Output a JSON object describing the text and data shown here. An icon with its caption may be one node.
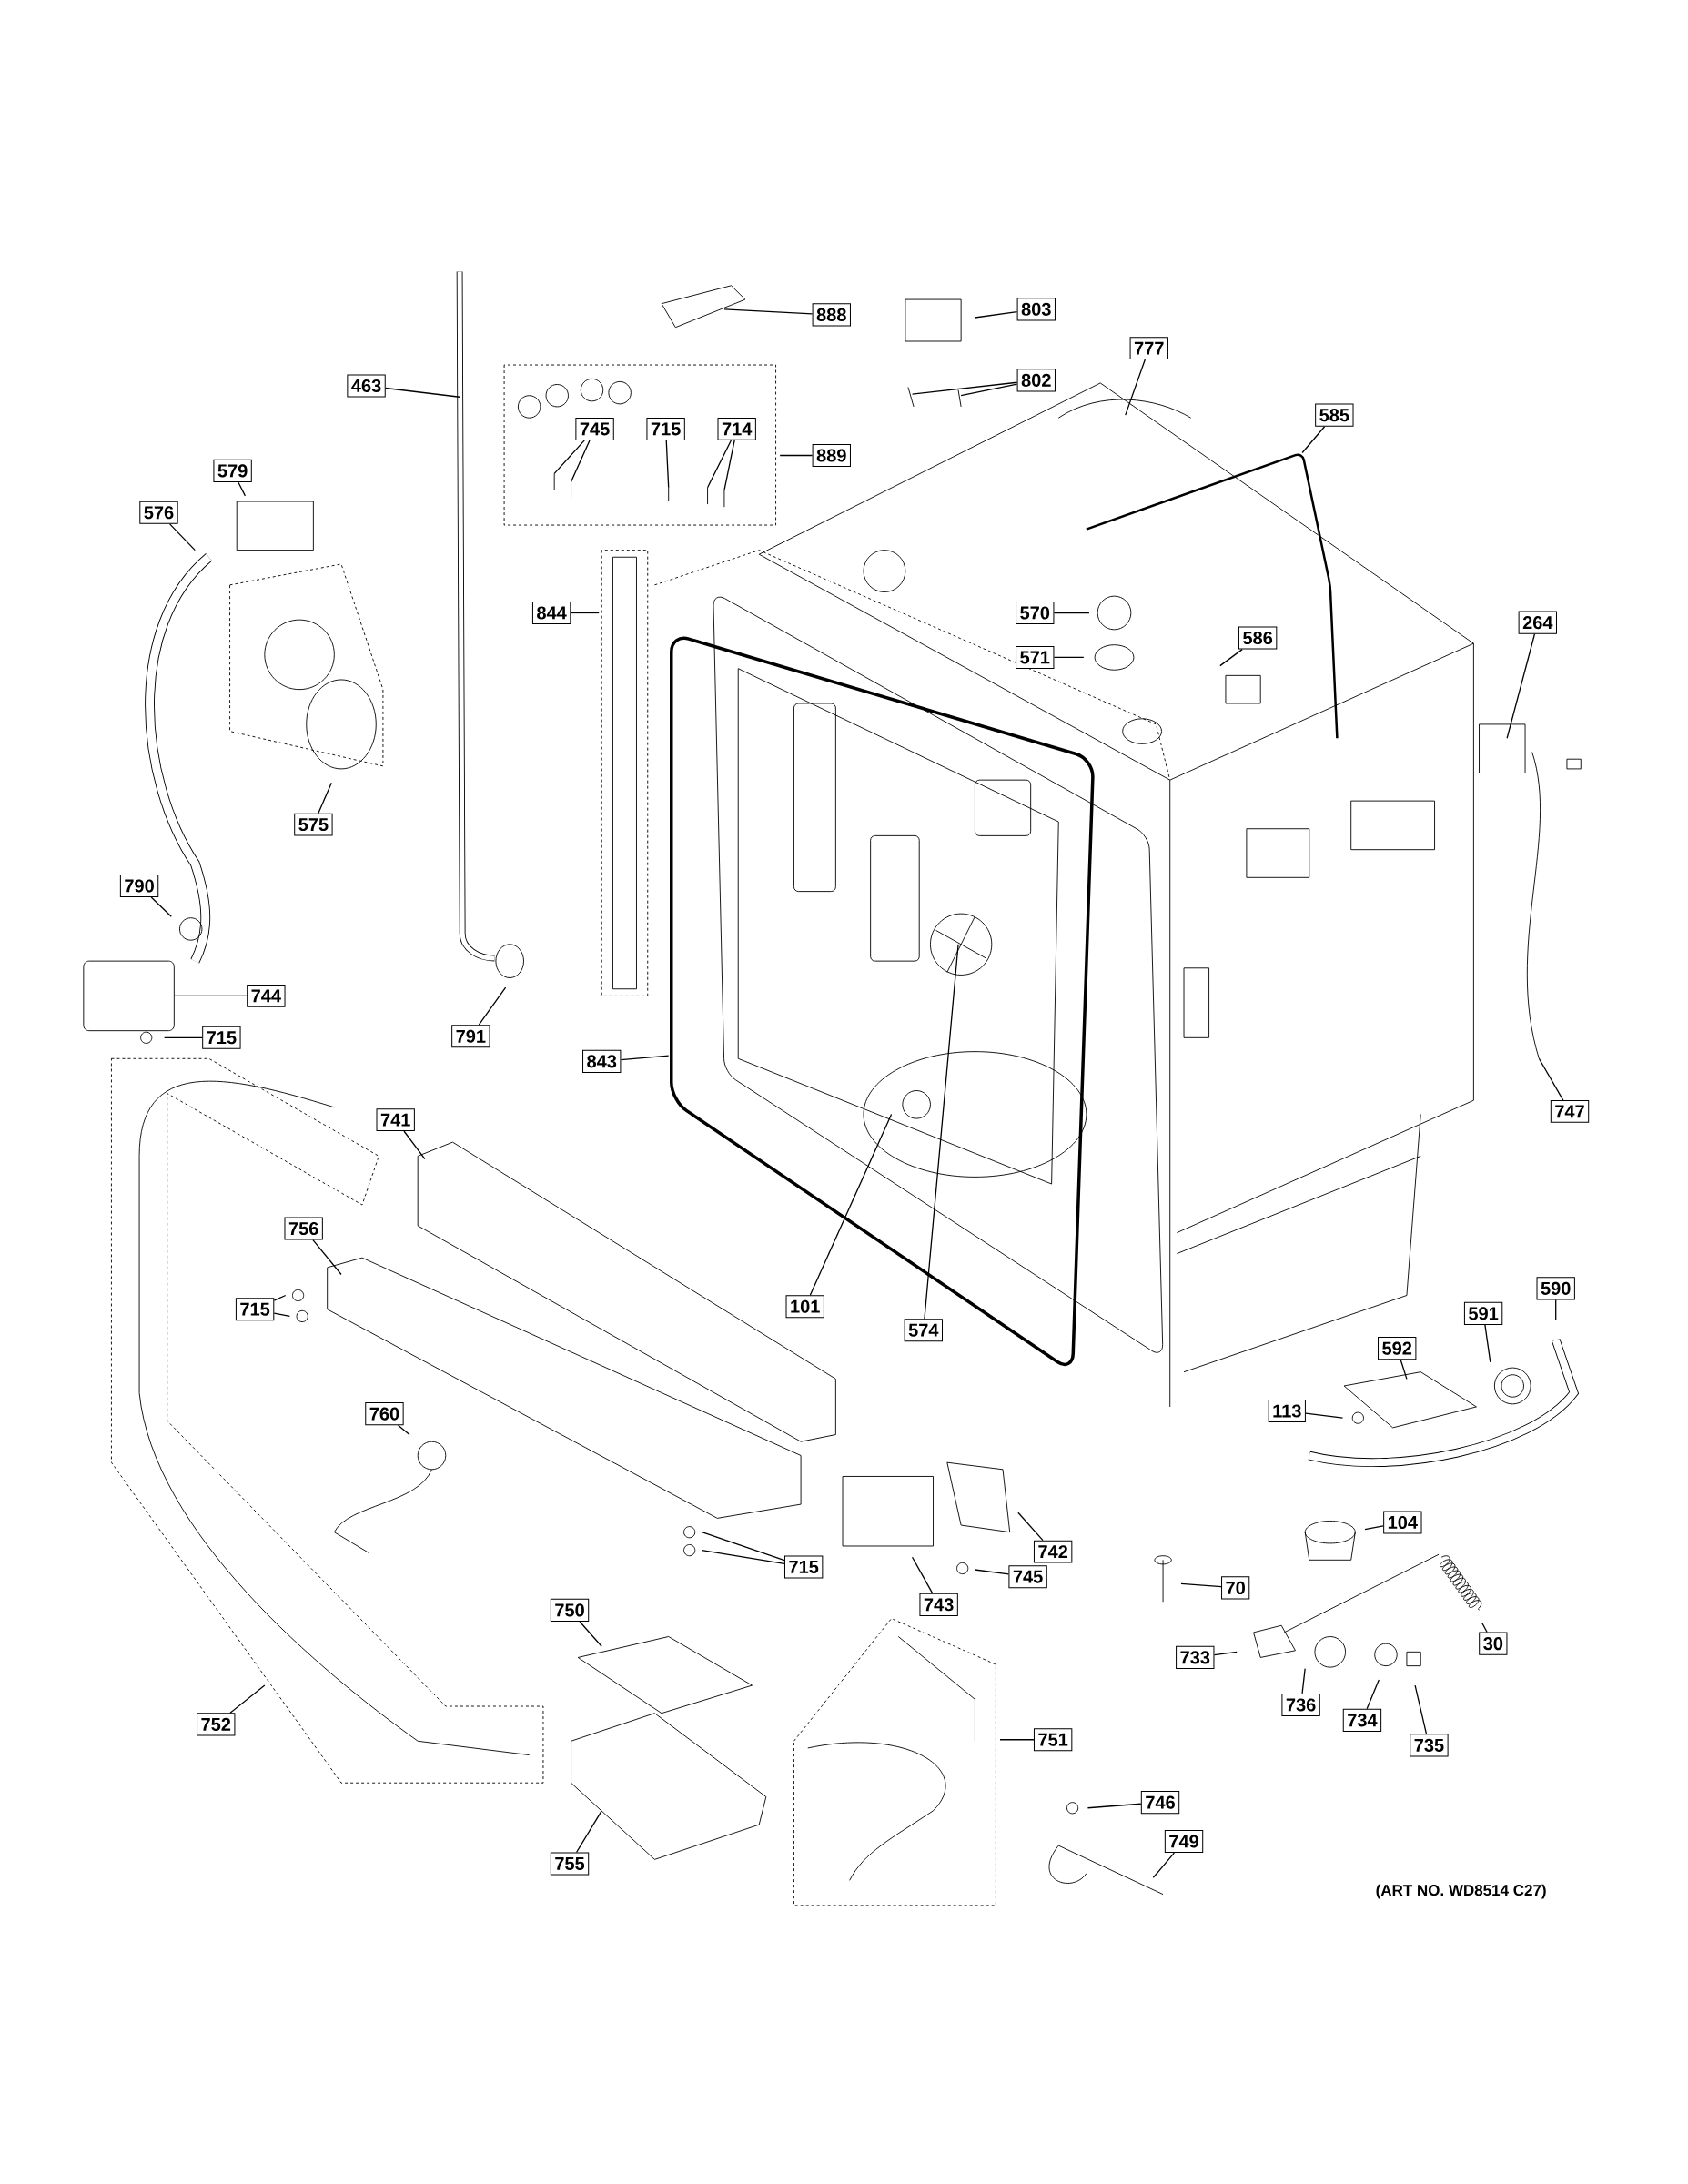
{
  "diagram": {
    "nodes": [
      {
        "text": [
          "888"
        ]
      },
      {
        "text": [
          "803"
        ]
      },
      {
        "text": [
          "777"
        ]
      },
      {
        "text": [
          "802"
        ]
      },
      {
        "text": [
          "463"
        ]
      },
      {
        "text": [
          "745"
        ]
      },
      {
        "text": [
          "715"
        ]
      },
      {
        "text": [
          "714"
        ]
      },
      {
        "text": [
          "585"
        ]
      },
      {
        "text": [
          "889"
        ]
      },
      {
        "text": [
          "579"
        ]
      },
      {
        "text": [
          "576"
        ]
      },
      {
        "text": [
          "844"
        ]
      },
      {
        "text": [
          "570"
        ]
      },
      {
        "text": [
          "264"
        ]
      },
      {
        "text": [
          "586"
        ]
      },
      {
        "text": [
          "571"
        ]
      },
      {
        "text": [
          "575"
        ]
      },
      {
        "text": [
          "790"
        ]
      },
      {
        "text": [
          "744"
        ]
      },
      {
        "text": [
          "791"
        ]
      },
      {
        "text": [
          "715"
        ]
      },
      {
        "text": [
          "843"
        ]
      },
      {
        "text": [
          "747"
        ]
      },
      {
        "text": [
          "741"
        ]
      },
      {
        "text": [
          "756"
        ]
      },
      {
        "text": [
          "590"
        ]
      },
      {
        "text": [
          "101"
        ]
      },
      {
        "text": [
          "715"
        ]
      },
      {
        "text": [
          "591"
        ]
      },
      {
        "text": [
          "574"
        ]
      },
      {
        "text": [
          "592"
        ]
      },
      {
        "text": [
          "113"
        ]
      },
      {
        "text": [
          "760"
        ]
      },
      {
        "text": [
          "104"
        ]
      },
      {
        "text": [
          "742"
        ]
      },
      {
        "text": [
          "715"
        ]
      },
      {
        "text": [
          "745"
        ]
      },
      {
        "text": [
          "70"
        ]
      },
      {
        "text": [
          "743"
        ]
      },
      {
        "text": [
          "750"
        ]
      },
      {
        "text": [
          "30"
        ]
      },
      {
        "text": [
          "733"
        ]
      },
      {
        "text": [
          "736"
        ]
      },
      {
        "text": [
          "734"
        ]
      },
      {
        "text": [
          "752"
        ]
      },
      {
        "text": [
          "751"
        ]
      },
      {
        "text": [
          "735"
        ]
      },
      {
        "text": [
          "746"
        ]
      },
      {
        "text": [
          "749"
        ]
      },
      {
        "text": [
          "755"
        ]
      }
    ],
    "edges": [
      {
        "from": 0,
        "to": null,
        "arrow": "none"
      },
      {
        "from": 1,
        "to": null,
        "arrow": "none"
      },
      {
        "from": 2,
        "to": null,
        "arrow": "none"
      },
      {
        "from": 3,
        "to": null,
        "arrow": "none"
      },
      {
        "from": 3,
        "to": null,
        "arrow": "none"
      },
      {
        "from": 4,
        "to": null,
        "arrow": "none"
      },
      {
        "from": 5,
        "to": null,
        "arrow": "none"
      },
      {
        "from": 5,
        "to": null,
        "arrow": "none"
      },
      {
        "from": 6,
        "to": null,
        "arrow": "none"
      },
      {
        "from": 7,
        "to": null,
        "arrow": "none"
      },
      {
        "from": 7,
        "to": null,
        "arrow": "none"
      },
      {
        "from": 8,
        "to": null,
        "arrow": "none"
      },
      {
        "from": 9,
        "to": null,
        "arrow": "none"
      },
      {
        "from": 10,
        "to": null,
        "arrow": "none"
      },
      {
        "from": 11,
        "to": null,
        "arrow": "none"
      },
      {
        "from": 12,
        "to": null,
        "arrow": "none"
      },
      {
        "from": 13,
        "to": null,
        "arrow": "none"
      },
      {
        "from": 14,
        "to": null,
        "arrow": "none"
      },
      {
        "from": 15,
        "to": null,
        "arrow": "none"
      },
      {
        "from": 16,
        "to": null,
        "arrow": "none"
      },
      {
        "from": 17,
        "to": null,
        "arrow": "none"
      },
      {
        "from": 18,
        "to": null,
        "arrow": "none"
      },
      {
        "from": 19,
        "to": null,
        "arrow": "none"
      },
      {
        "from": 20,
        "to": null,
        "arrow": "none"
      },
      {
        "from": 21,
        "to": null,
        "arrow": "none"
      },
      {
        "from": 22,
        "to": null,
        "arrow": "none"
      },
      {
        "from": 23,
        "to": null,
        "arrow": "none"
      },
      {
        "from": 24,
        "to": null,
        "arrow": "none"
      },
      {
        "from": 25,
        "to": null,
        "arrow": "none"
      },
      {
        "from": 26,
        "to": null,
        "arrow": "none"
      },
      {
        "from": 27,
        "to": null,
        "arrow": "none"
      },
      {
        "from": 28,
        "to": null,
        "arrow": "none"
      },
      {
        "from": 28,
        "to": null,
        "arrow": "none"
      },
      {
        "from": 29,
        "to": null,
        "arrow": "none"
      },
      {
        "from": 30,
        "to": null,
        "arrow": "none"
      },
      {
        "from": 31,
        "to": null,
        "arrow": "none"
      },
      {
        "from": 32,
        "to": null,
        "arrow": "none"
      },
      {
        "from": 33,
        "to": null,
        "arrow": "none"
      },
      {
        "from": 34,
        "to": null,
        "arrow": "none"
      },
      {
        "from": 35,
        "to": null,
        "arrow": "none"
      },
      {
        "from": 36,
        "to": null,
        "arrow": "none"
      },
      {
        "from": 36,
        "to": null,
        "arrow": "none"
      },
      {
        "from": 37,
        "to": null,
        "arrow": "none"
      },
      {
        "from": 38,
        "to": null,
        "arrow": "none"
      },
      {
        "from": 39,
        "to": null,
        "arrow": "none"
      },
      {
        "from": 40,
        "to": null,
        "arrow": "none"
      },
      {
        "from": 41,
        "to": null,
        "arrow": "none"
      },
      {
        "from": 42,
        "to": null,
        "arrow": "none"
      },
      {
        "from": 43,
        "to": null,
        "arrow": "none"
      },
      {
        "from": 44,
        "to": null,
        "arrow": "none"
      },
      {
        "from": 45,
        "to": null,
        "arrow": "none"
      },
      {
        "from": 46,
        "to": null,
        "arrow": "none"
      },
      {
        "from": 47,
        "to": null,
        "arrow": "none"
      },
      {
        "from": 48,
        "to": null,
        "arrow": "none"
      },
      {
        "from": 49,
        "to": null,
        "arrow": "none"
      },
      {
        "from": 50,
        "to": null,
        "arrow": "none"
      }
    ],
    "labels": [
      "(ART NO. WD8514 C27)"
    ]
  }
}
